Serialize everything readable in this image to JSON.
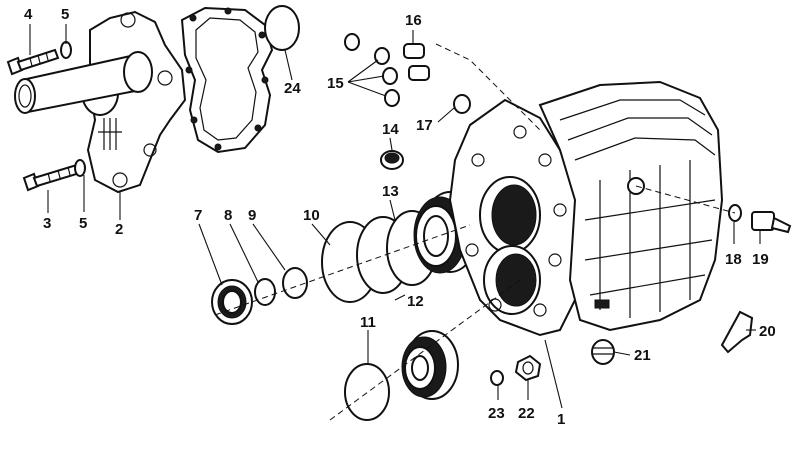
{
  "diagram": {
    "callouts": [
      {
        "id": "c1",
        "label": "1"
      },
      {
        "id": "c2",
        "label": "2"
      },
      {
        "id": "c3",
        "label": "3"
      },
      {
        "id": "c4",
        "label": "4"
      },
      {
        "id": "c5a",
        "label": "5"
      },
      {
        "id": "c5b",
        "label": "5"
      },
      {
        "id": "c7",
        "label": "7"
      },
      {
        "id": "c8",
        "label": "8"
      },
      {
        "id": "c9",
        "label": "9"
      },
      {
        "id": "c10",
        "label": "10"
      },
      {
        "id": "c11",
        "label": "11"
      },
      {
        "id": "c12",
        "label": "12"
      },
      {
        "id": "c13",
        "label": "13"
      },
      {
        "id": "c14",
        "label": "14"
      },
      {
        "id": "c15",
        "label": "15"
      },
      {
        "id": "c16",
        "label": "16"
      },
      {
        "id": "c17",
        "label": "17"
      },
      {
        "id": "c18",
        "label": "18"
      },
      {
        "id": "c19",
        "label": "19"
      },
      {
        "id": "c20",
        "label": "20"
      },
      {
        "id": "c21",
        "label": "21"
      },
      {
        "id": "c22",
        "label": "22"
      },
      {
        "id": "c23",
        "label": "23"
      },
      {
        "id": "c24",
        "label": "24"
      }
    ]
  }
}
